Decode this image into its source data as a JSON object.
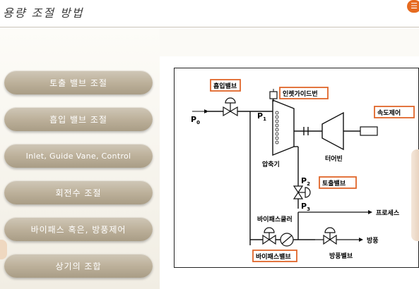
{
  "header": {
    "title": "용량 조절 방법"
  },
  "menu": [
    {
      "label": "토출 밸브 조절"
    },
    {
      "label": "흡입 밸브 조절"
    },
    {
      "label": "Inlet, Guide Vane, Control"
    },
    {
      "label": "회전수 조절"
    },
    {
      "label": "바이패스 혹은, 방풍제어"
    },
    {
      "label": "상기의 조합"
    }
  ],
  "diagram": {
    "labels": {
      "suction_valve": "흡입밸브",
      "inlet_guide_vane": "인렛가이드번",
      "speed_control": "속도제어",
      "p0": "P",
      "p0_sub": "0",
      "p1": "P",
      "p1_sub": "1",
      "p2": "P",
      "p2_sub": "2",
      "p3": "P",
      "p3_sub": "3",
      "compressor": "압축기",
      "turbine": "터어빈",
      "discharge_valve": "토출밸브",
      "process": "프로세스",
      "bypass_cooler": "바이패스쿨러",
      "vent": "방풍",
      "bypass_valve": "바이패스밸브",
      "vent_valve": "방풍벨브"
    }
  },
  "colors": {
    "highlight_box": "#e0662a",
    "line": "#111111",
    "button_top": "#d0c8b8",
    "button_bottom": "#a99d86"
  }
}
